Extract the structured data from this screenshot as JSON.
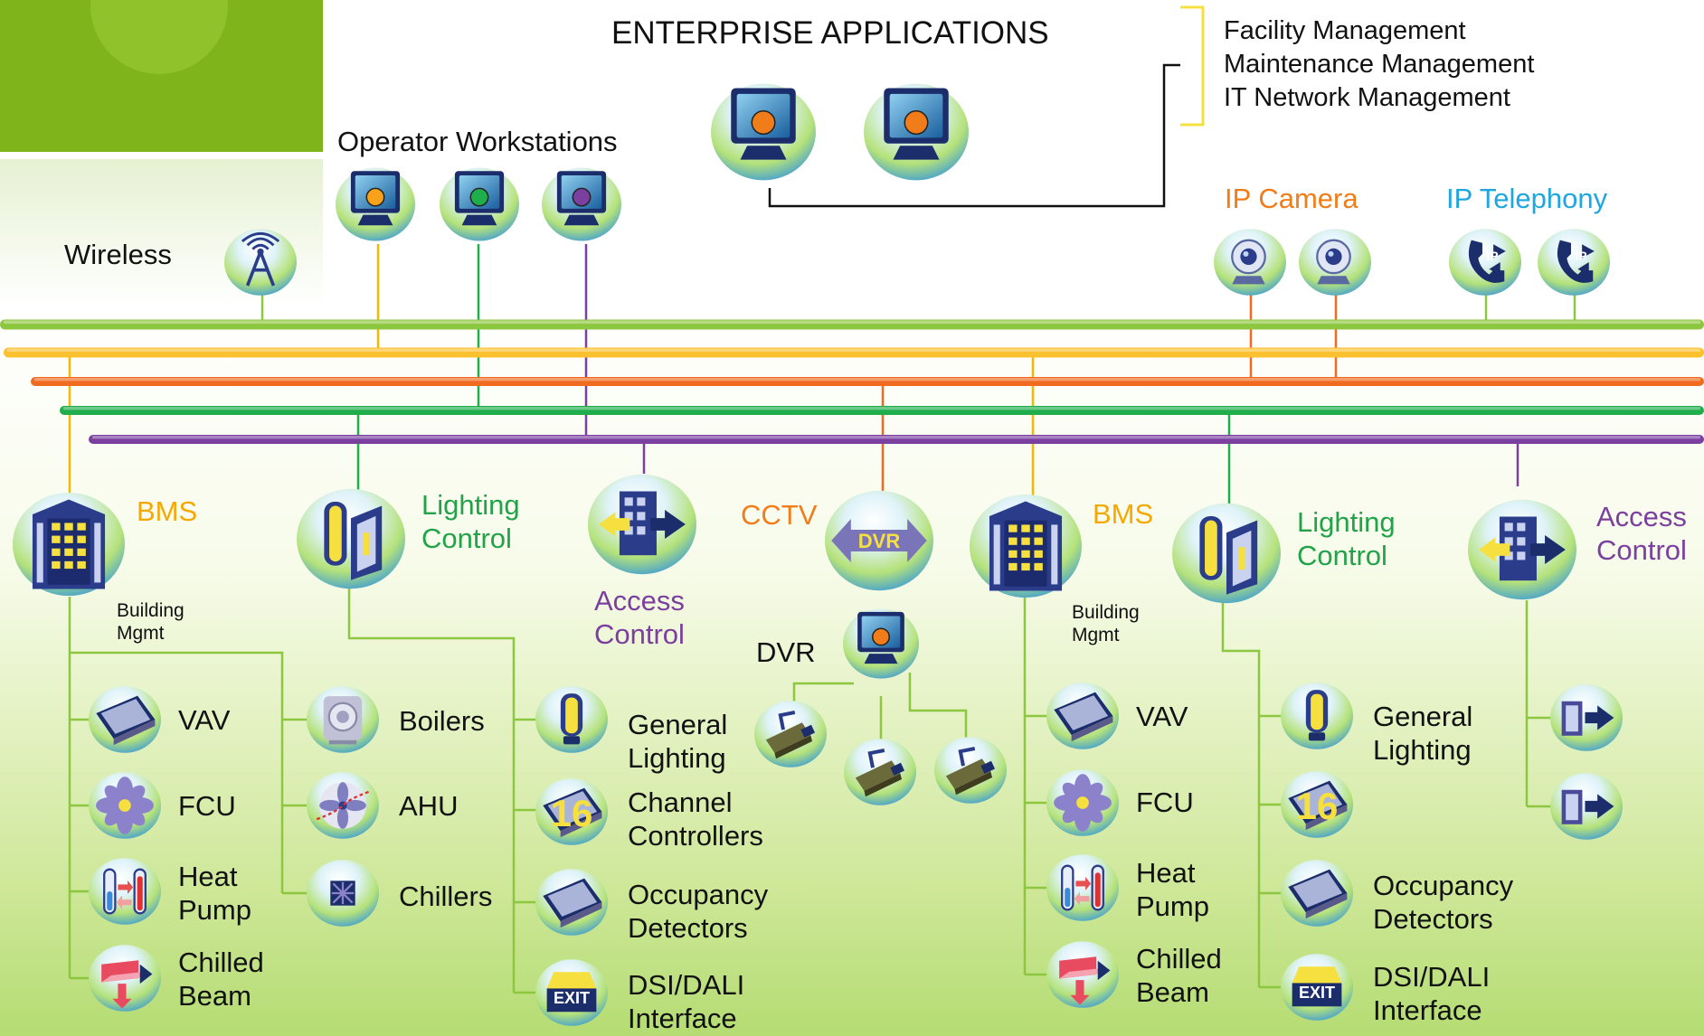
{
  "title": "ENTERPRISE APPLICATIONS",
  "enterprise_list": [
    "Facility Management",
    "Maintenance Management",
    "IT Network Management"
  ],
  "operator_workstations": "Operator Workstations",
  "wireless": "Wireless",
  "ip_camera": "IP Camera",
  "ip_telephony": "IP Telephony",
  "cctv": "CCTV",
  "dvr": "DVR",
  "dvr_badge": "DVR",
  "exit_text": "EXIT",
  "channel_icon_text": "16",
  "ip_icon_text": "IP",
  "left": {
    "bms": "BMS",
    "building_mgmt": [
      "Building",
      "Mgmt"
    ],
    "lighting_control": [
      "Lighting",
      "Control"
    ],
    "access_control": [
      "Access",
      "Control"
    ],
    "vav": "VAV",
    "fcu": "FCU",
    "heat_pump": [
      "Heat",
      "Pump"
    ],
    "chilled_beam": [
      "Chilled",
      "Beam"
    ],
    "boilers": "Boilers",
    "ahu": "AHU",
    "chillers": "Chillers",
    "general_lighting": [
      "General",
      "Lighting"
    ],
    "channel_controllers": [
      "Channel",
      "Controllers"
    ],
    "occupancy_detectors": [
      "Occupancy",
      "Detectors"
    ],
    "dsi_dali": [
      "DSI/DALI",
      "Interface"
    ]
  },
  "right": {
    "bms": "BMS",
    "building_mgmt": [
      "Building",
      "Mgmt"
    ],
    "lighting_control": [
      "Lighting",
      "Control"
    ],
    "access_control": [
      "Access",
      "Control"
    ],
    "vav": "VAV",
    "fcu": "FCU",
    "heat_pump": [
      "Heat",
      "Pump"
    ],
    "chilled_beam": [
      "Chilled",
      "Beam"
    ],
    "general_lighting": [
      "General",
      "Lighting"
    ],
    "occupancy_detectors": [
      "Occupancy",
      "Detectors"
    ],
    "dsi_dali": [
      "DSI/DALI",
      "Interface"
    ]
  },
  "colors": {
    "wireless_bus": "#8dc63f",
    "bms_bus": "#fdc02f",
    "cctv_bus": "#f06a1f",
    "lighting_bus": "#1fae4b",
    "access_bus": "#7b3fa0",
    "title_bar": "#7fb51a",
    "ip_camera": "#f07d1a",
    "ip_telephony": "#1fa6df"
  }
}
